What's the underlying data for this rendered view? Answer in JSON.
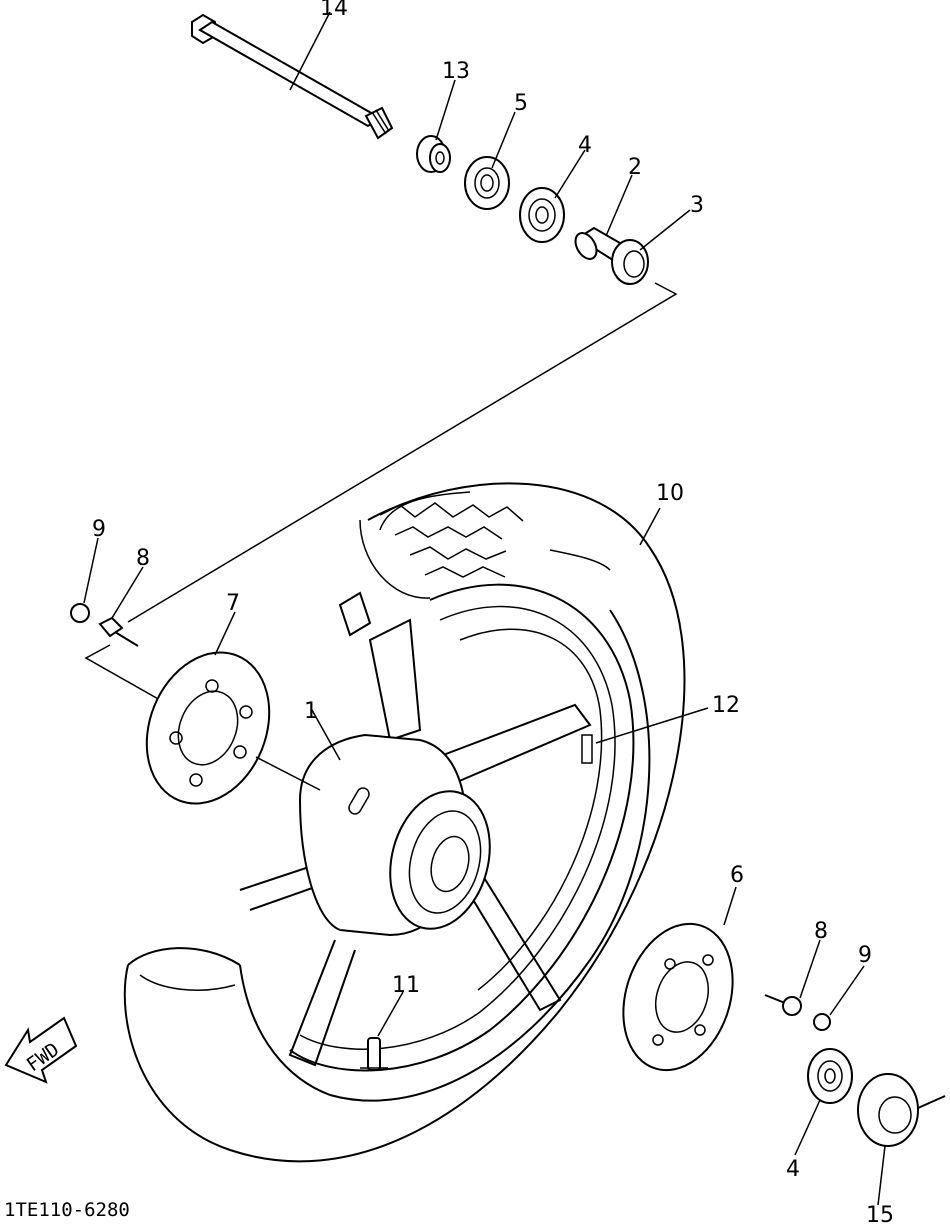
{
  "labels": {
    "p1": "1",
    "p2": "2",
    "p3": "3",
    "p4a": "4",
    "p4b": "4",
    "p5": "5",
    "p6": "6",
    "p7": "7",
    "p8a": "8",
    "p8b": "8",
    "p9a": "9",
    "p9b": "9",
    "p10": "10",
    "p11": "11",
    "p12": "12",
    "p13": "13",
    "p14": "14",
    "p15": "15"
  },
  "fwd": "FWD",
  "diagram_code": "1TE110-6280"
}
